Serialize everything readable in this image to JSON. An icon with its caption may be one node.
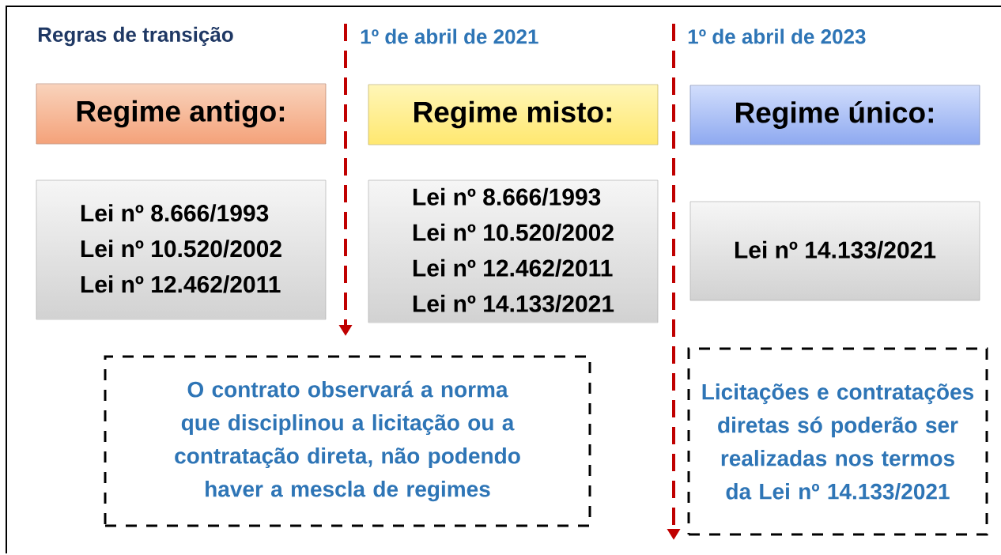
{
  "diagram": {
    "nodes": [
      {
        "text": [
          "Regime antigo:"
        ]
      },
      {
        "text": [
          "Regime misto:"
        ]
      },
      {
        "text": [
          "Regime único:"
        ]
      },
      {
        "text": [
          "Lei nº 8.666/1993",
          "Lei nº 10.520/2002",
          "Lei nº 12.462/2011"
        ]
      },
      {
        "text": [
          "Lei nº 8.666/1993",
          "Lei nº 10.520/2002",
          "Lei nº 12.462/2011",
          "Lei nº 14.133/2021"
        ]
      },
      {
        "text": [
          "Lei nº 14.133/2021"
        ]
      },
      {
        "text": [
          "O contrato observará a norma que disciplinou a licitação ou a contratação direta, não podendo haver a mescla de regimes"
        ]
      },
      {
        "text": [
          "Licitações e contratações diretas só poderão ser realizadas nos termos da Lei nº 14.133/2021"
        ]
      }
    ],
    "labels": [
      "Regras de transição",
      "1º de abril de 2021",
      "1º de abril de 2023"
    ]
  }
}
